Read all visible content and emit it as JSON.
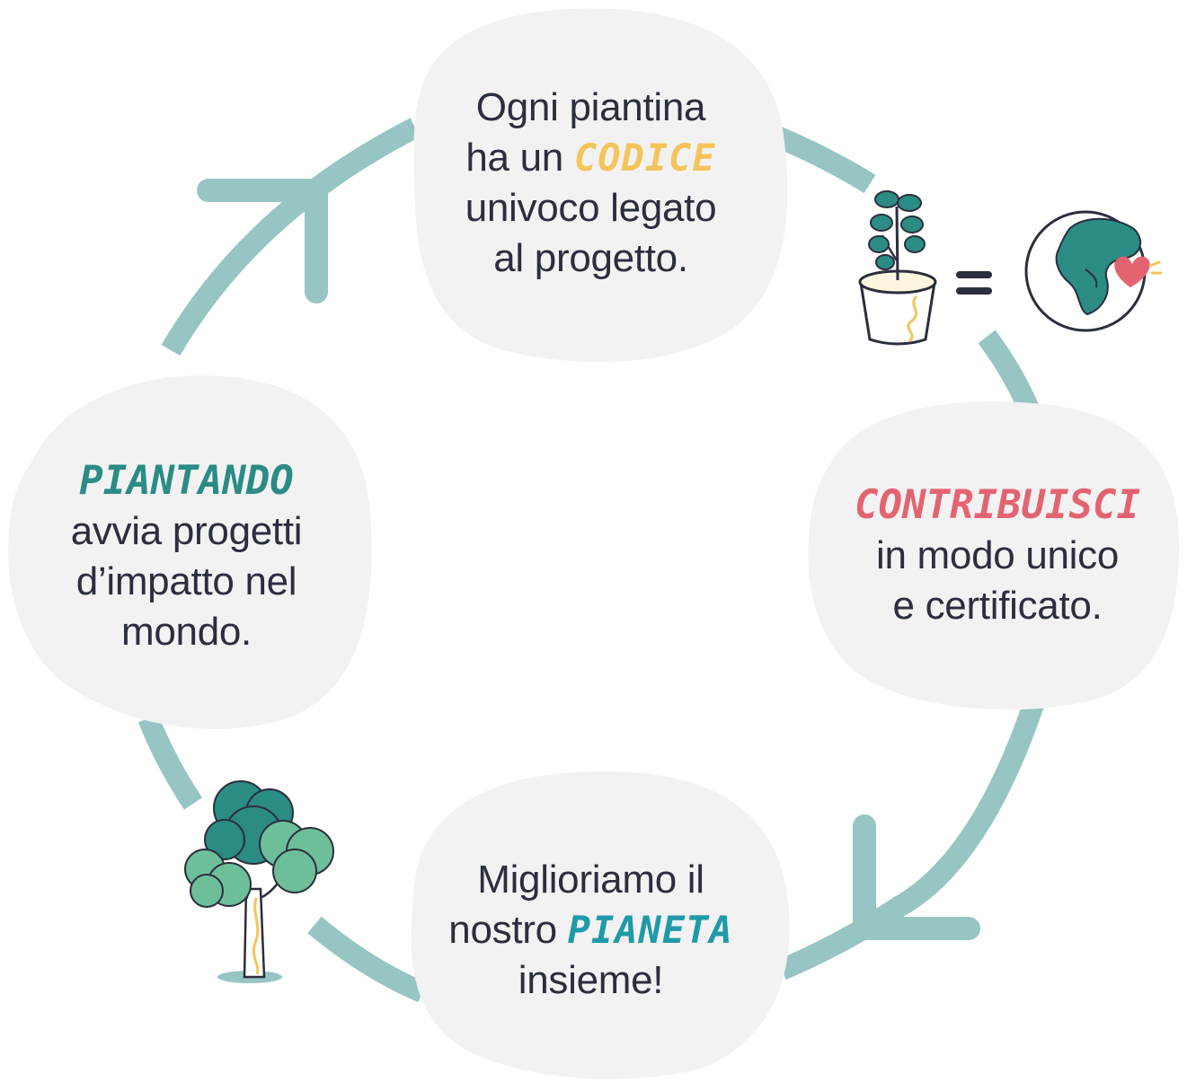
{
  "colors": {
    "ring": "#96c5c3",
    "blob": "#f3f2f3",
    "text": "#2b2e3d",
    "yellow": "#f4c55b",
    "teal": "#2a8c85",
    "red": "#e36470",
    "cyan": "#1f9aa8",
    "leaf_dark": "#2a8c85",
    "leaf_light": "#6dbf9a"
  },
  "steps": [
    {
      "line1": "Ogni piantina",
      "line2_pre": "ha un ",
      "keyword": "CODICE",
      "line3": "univoco legato",
      "line4": "al progetto."
    },
    {
      "keyword": "CONTRIBUISCI",
      "line1": "in modo unico",
      "line2": "e certificato."
    },
    {
      "line1": "Miglioriamo il",
      "line2_pre": "nostro ",
      "keyword": "PIANETA",
      "line3": "insieme!"
    },
    {
      "keyword": "PIANTANDO",
      "line1": "avvia progetti",
      "line2": "d’impatto nel",
      "line3": "mondo."
    }
  ],
  "equals_sign": "=",
  "icons": [
    "potted-plant-icon",
    "equals-icon",
    "globe-heart-icon",
    "tree-icon",
    "arrow-icon"
  ]
}
